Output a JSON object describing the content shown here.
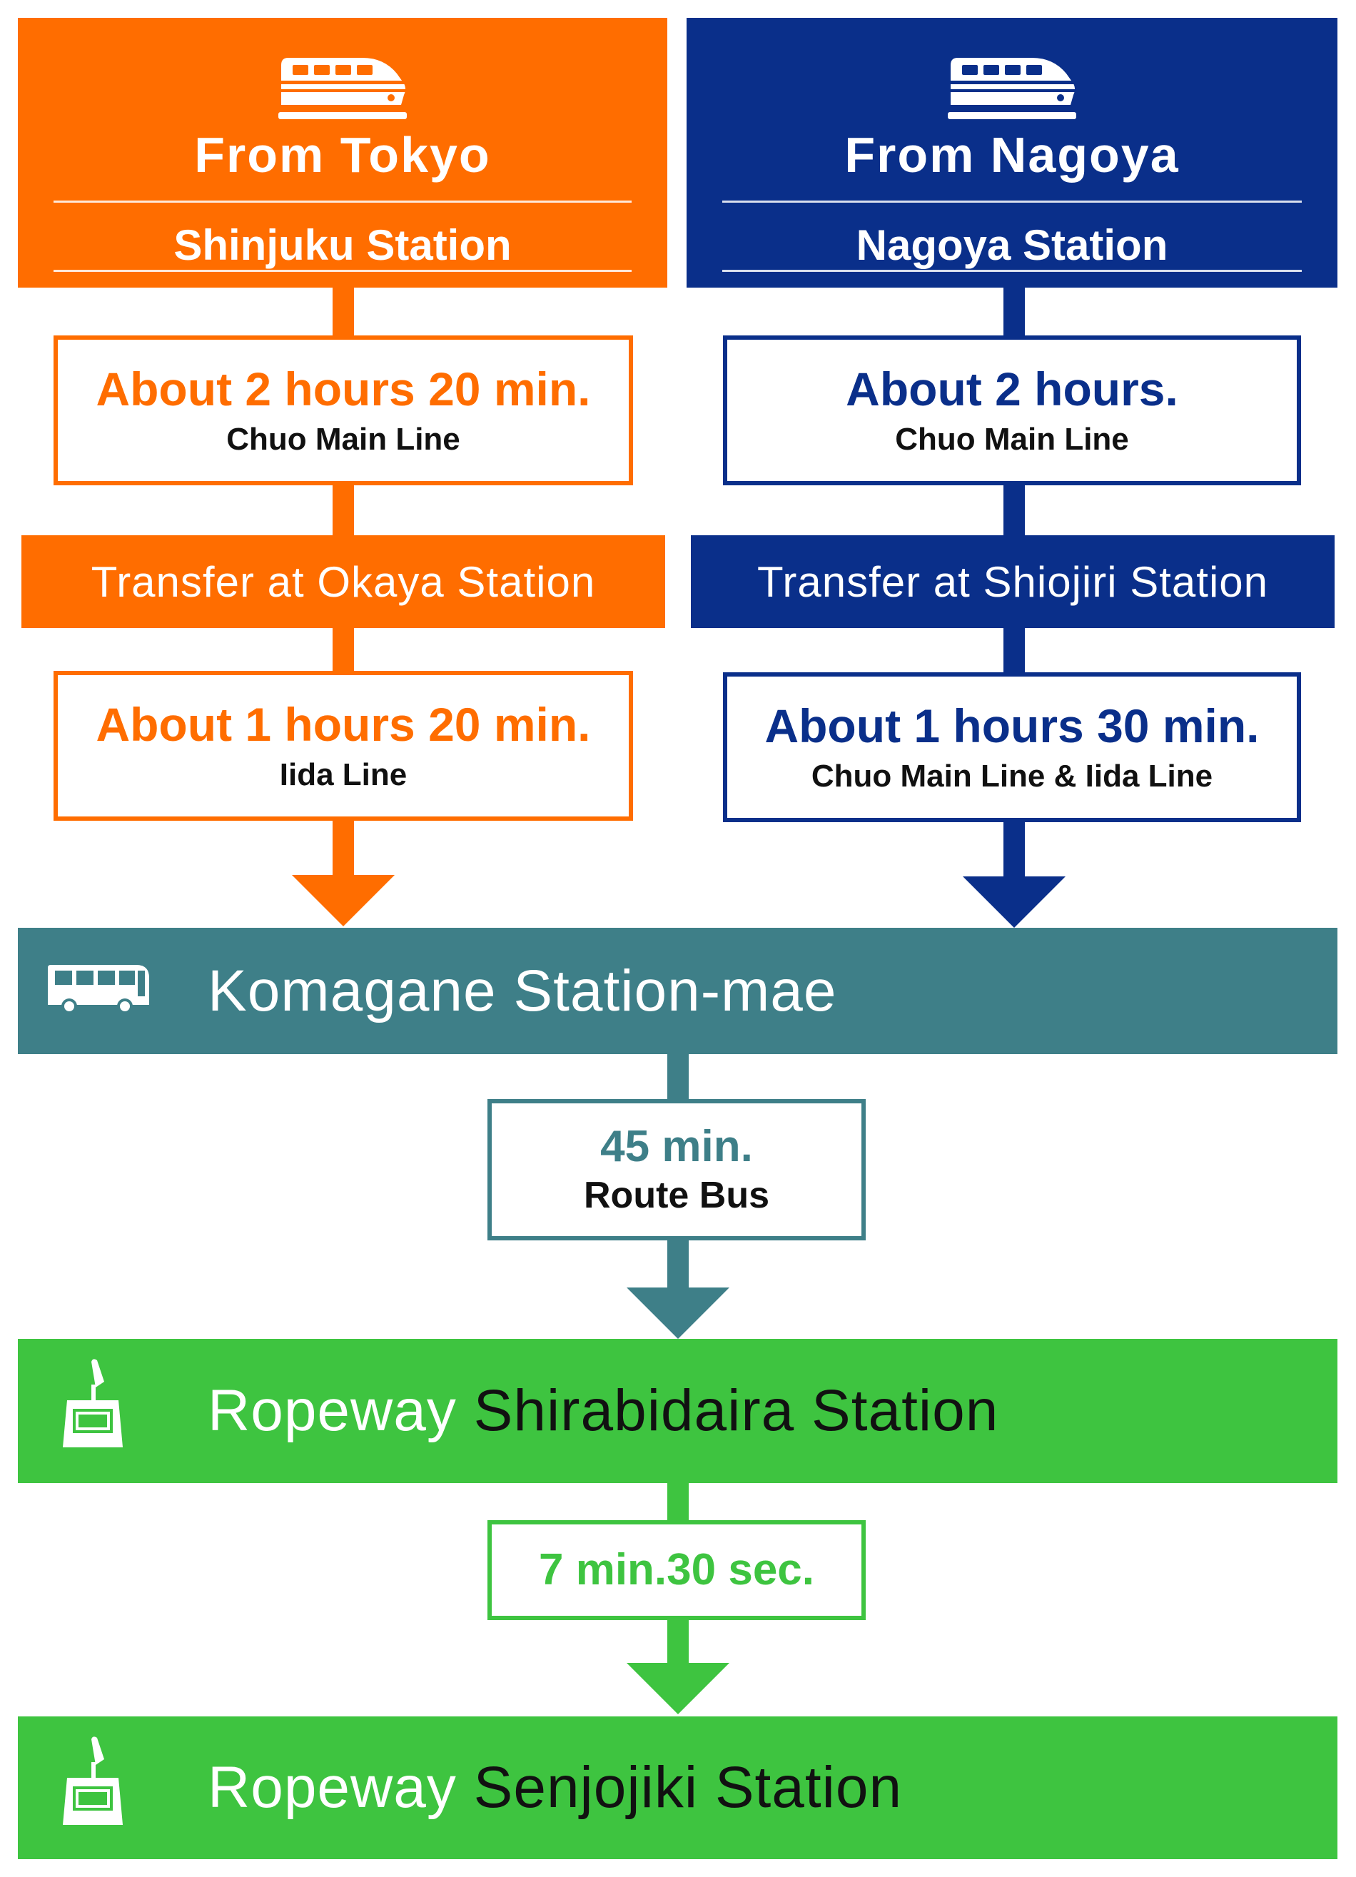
{
  "colors": {
    "orange": "#ff6d00",
    "navy": "#0a2f8a",
    "teal": "#3e7f88",
    "green": "#3ec440"
  },
  "tokyo": {
    "icon": "train-icon",
    "title": "From Tokyo",
    "station": "Shinjuku Station",
    "leg1_time": "About 2 hours 20 min.",
    "leg1_line": "Chuo Main Line",
    "transfer": "Transfer at Okaya Station",
    "leg2_time": "About 1 hours 20 min.",
    "leg2_line": "Iida Line"
  },
  "nagoya": {
    "icon": "train-icon",
    "title": "From Nagoya",
    "station": "Nagoya Station",
    "leg1_time": "About 2 hours.",
    "leg1_line": "Chuo Main Line",
    "transfer": "Transfer at Shiojiri Station",
    "leg2_time": "About 1 hours 30 min.",
    "leg2_line": "Chuo Main Line & Iida Line"
  },
  "komagane": {
    "icon": "bus-icon",
    "label": "Komagane Station-mae"
  },
  "bus_leg": {
    "time": "45 min.",
    "mode": "Route Bus"
  },
  "shirabidaira": {
    "icon": "ropeway-gondola-icon",
    "prefix": "Ropeway",
    "name": "Shirabidaira Station"
  },
  "ropeway_leg": {
    "time": "7 min.30 sec."
  },
  "senjojiki": {
    "icon": "ropeway-gondola-icon",
    "prefix": "Ropeway",
    "name": "Senjojiki Station"
  }
}
